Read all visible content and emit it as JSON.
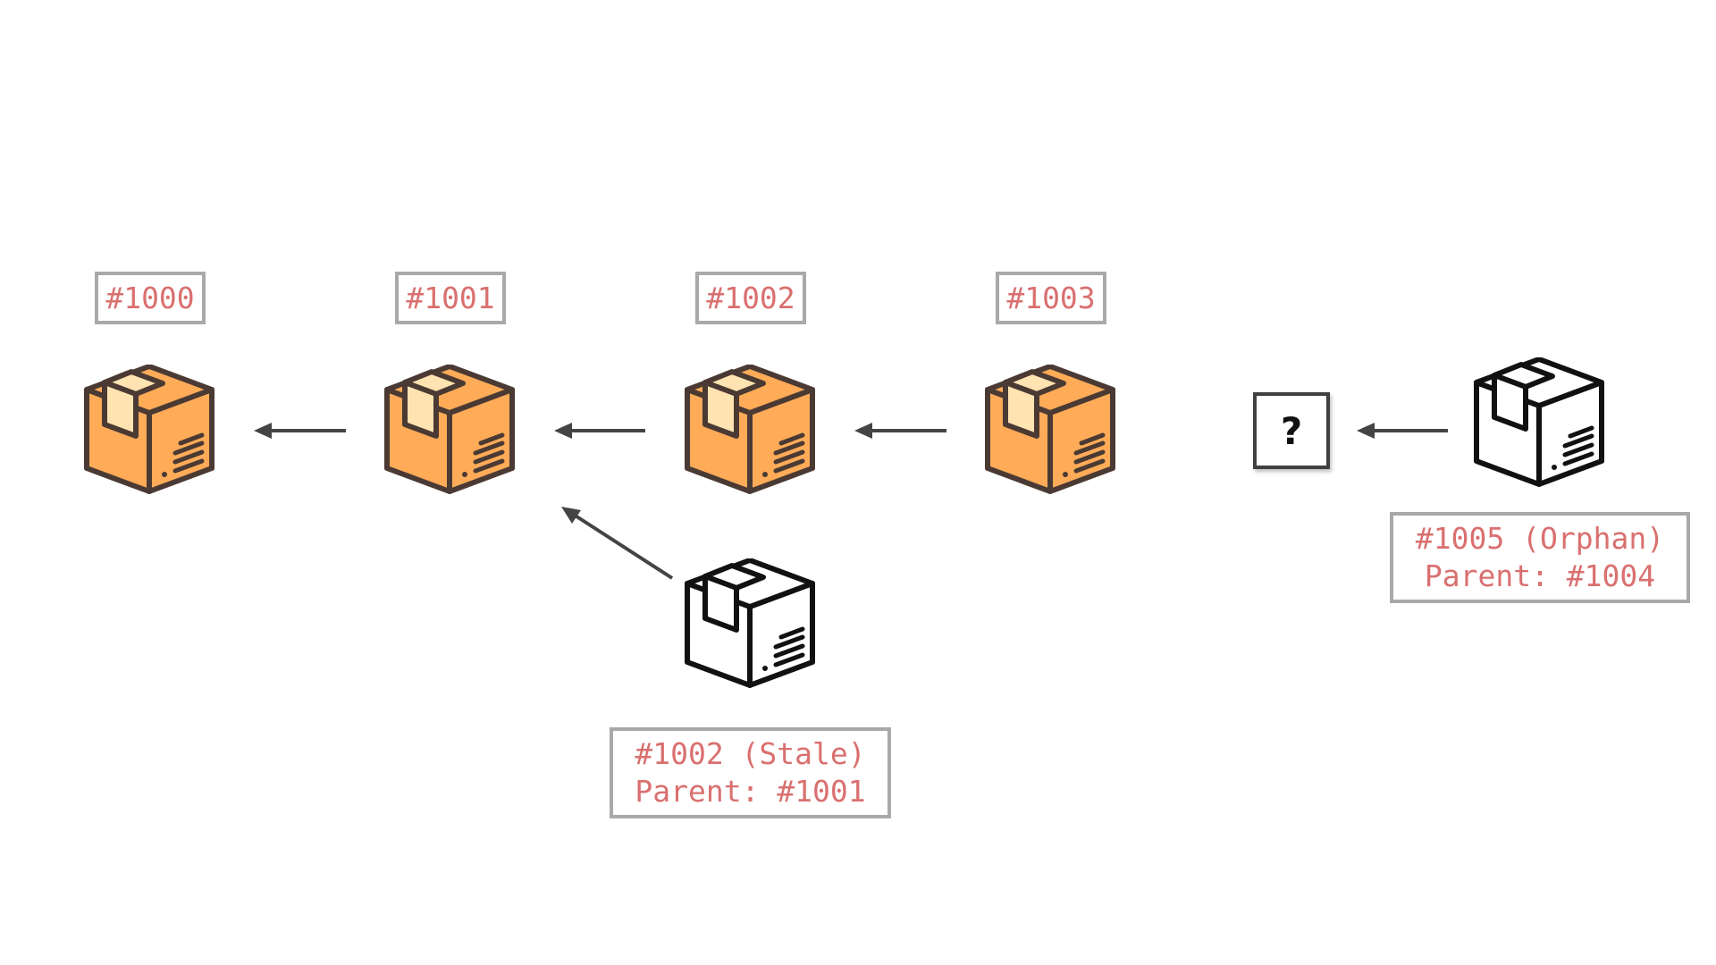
{
  "blocks": [
    {
      "label": "#1000"
    },
    {
      "label": "#1001"
    },
    {
      "label": "#1002"
    },
    {
      "label": "#1003"
    }
  ],
  "stale": {
    "title": "#1002 (Stale)",
    "parent": "Parent: #1001"
  },
  "orphan": {
    "title": "#1005 (Orphan)",
    "parent": "Parent: #1004"
  },
  "unknown_parent": {
    "symbol": "?"
  },
  "colors": {
    "block_fill": "#FFAB58",
    "block_tape": "#FFE3B0",
    "block_stroke": "#4A3A33",
    "label_text": "#D9706F",
    "label_border": "#A9A9A9",
    "arrow": "#444444"
  },
  "icons": {
    "main_chain_block": "package-box-icon",
    "detached_block": "package-box-outline-icon"
  }
}
